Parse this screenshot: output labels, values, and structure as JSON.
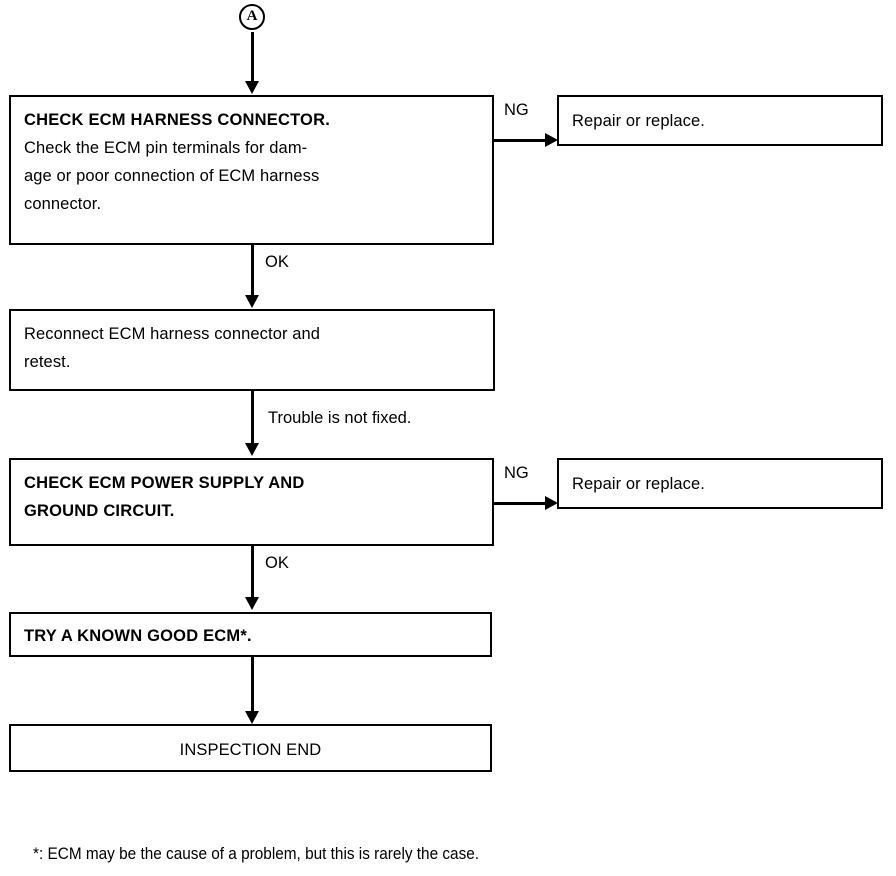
{
  "diagram": {
    "type": "troubleshooting-flowchart",
    "entry_connector": {
      "label": "A"
    },
    "boxes": [
      {
        "id": "check-ecm-harness-connector",
        "heading": "CHECK ECM HARNESS CONNECTOR.",
        "body": "Check the ECM pin terminals for dam-\nage or poor connection of ECM harness\nconnector.",
        "bold_heading": true
      },
      {
        "id": "reconnect-ecm-harness-connector",
        "text": "Reconnect ECM harness connector and\nretest.",
        "bold": false
      },
      {
        "id": "check-ecm-power-supply-ground",
        "text": "CHECK ECM POWER SUPPLY AND\nGROUND CIRCUIT.",
        "bold": true
      },
      {
        "id": "try-known-good-ecm",
        "text": "TRY A KNOWN GOOD ECM*.",
        "bold": true
      },
      {
        "id": "inspection-end",
        "text": "INSPECTION END",
        "bold": false
      }
    ],
    "branch_boxes": [
      {
        "id": "repair-or-replace-1",
        "text": "Repair or replace."
      },
      {
        "id": "repair-or-replace-2",
        "text": "Repair or replace."
      }
    ],
    "edge_labels": {
      "ng_1": "NG",
      "ok_1": "OK",
      "trouble_not_fixed": "Trouble is not fixed.",
      "ng_2": "NG",
      "ok_2": "OK"
    },
    "footnote": "*: ECM may be the cause of a problem, but this is rarely the case."
  }
}
